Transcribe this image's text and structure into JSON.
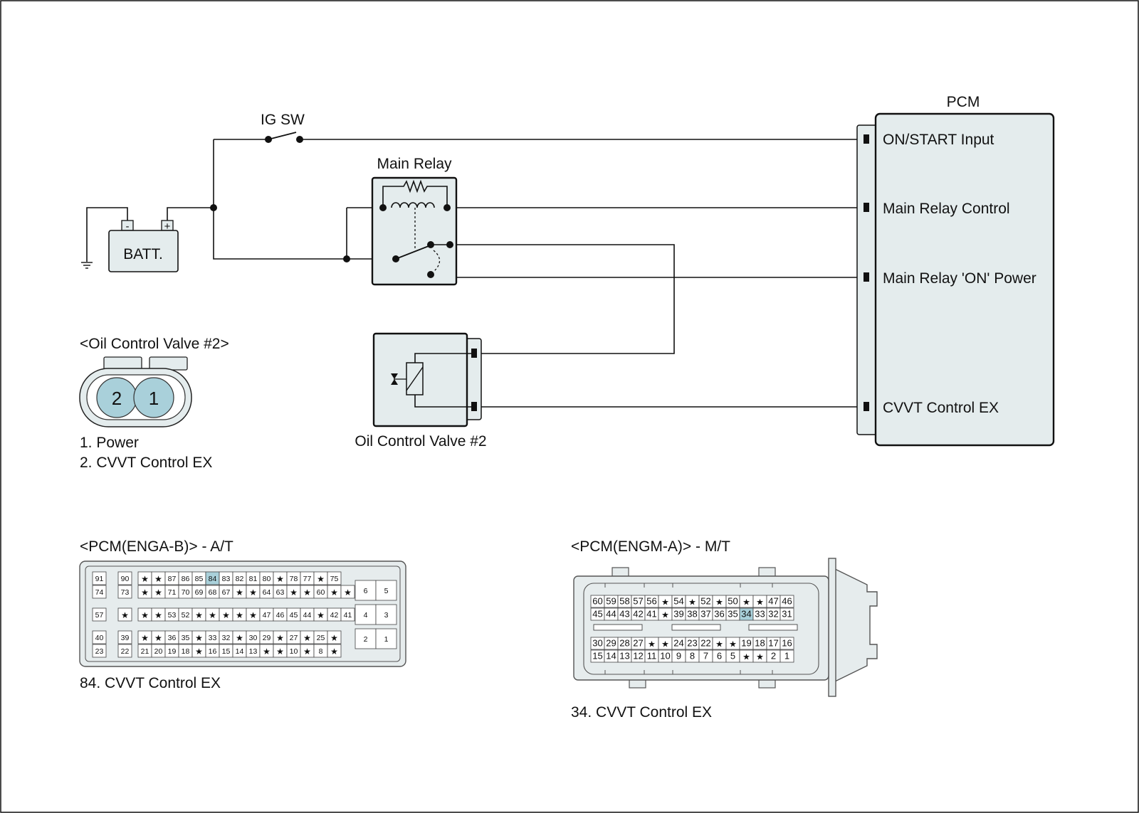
{
  "colors": {
    "component_fill": "#e4eced",
    "pin_highlight": "#a9d0da",
    "wire": "#111111"
  },
  "labels": {
    "ig_sw": "IG SW",
    "battery": "BATT.",
    "battery_minus": "-",
    "battery_plus": "+",
    "main_relay": "Main Relay",
    "pcm": "PCM",
    "pcm_on_start": "ON/START Input",
    "pcm_main_relay_control": "Main Relay Control",
    "pcm_main_relay_on_power": "Main Relay 'ON' Power",
    "pcm_cvvt": "CVVT Control EX",
    "ocv_component": "Oil Control Valve #2",
    "ocv_connector_title": "<Oil Control Valve #2>",
    "ocv_pin1": "1",
    "ocv_pin2": "2",
    "ocv_legend_1": "1. Power",
    "ocv_legend_2": "2. CVVT Control EX",
    "at_title": "<PCM(ENGA-B)> - A/T",
    "at_legend": "84. CVVT Control EX",
    "mt_title": "<PCM(ENGM-A)> - M/T",
    "mt_legend": "34. CVVT Control EX"
  },
  "at_connector": {
    "highlight": "84",
    "rows": [
      [
        "91",
        "90",
        "*",
        "*",
        "87",
        "86",
        "85",
        "84",
        "83",
        "82",
        "81",
        "80",
        "*",
        "78",
        "77",
        "*",
        "75"
      ],
      [
        "74",
        "73",
        "*",
        "*",
        "71",
        "70",
        "69",
        "68",
        "67",
        "*",
        "*",
        "64",
        "63",
        "*",
        "*",
        "60",
        "*",
        "*"
      ],
      [
        "57",
        "*",
        "*",
        "*",
        "53",
        "52",
        "*",
        "*",
        "*",
        "*",
        "*",
        "47",
        "46",
        "45",
        "44",
        "*",
        "42",
        "41"
      ],
      [
        "40",
        "39",
        "*",
        "*",
        "36",
        "35",
        "*",
        "33",
        "32",
        "*",
        "30",
        "29",
        "*",
        "27",
        "*",
        "25",
        "*"
      ],
      [
        "23",
        "22",
        "21",
        "20",
        "19",
        "18",
        "*",
        "16",
        "15",
        "14",
        "13",
        "*",
        "*",
        "10",
        "*",
        "8",
        "*"
      ]
    ],
    "side": [
      [
        "6",
        "5"
      ],
      [
        "4",
        "3"
      ],
      [
        "2",
        "1"
      ]
    ]
  },
  "mt_connector": {
    "highlight": "34",
    "rows": [
      [
        "60",
        "59",
        "58",
        "57",
        "56",
        "*",
        "54",
        "*",
        "52",
        "*",
        "50",
        "*",
        "*",
        "47",
        "46"
      ],
      [
        "45",
        "44",
        "43",
        "42",
        "41",
        "*",
        "39",
        "38",
        "37",
        "36",
        "35",
        "34",
        "33",
        "32",
        "31"
      ],
      [
        "30",
        "29",
        "28",
        "27",
        "*",
        "*",
        "24",
        "23",
        "22",
        "*",
        "*",
        "19",
        "18",
        "17",
        "16"
      ],
      [
        "15",
        "14",
        "13",
        "12",
        "11",
        "10",
        "9",
        "8",
        "7",
        "6",
        "5",
        "*",
        "*",
        "2",
        "1"
      ]
    ]
  }
}
